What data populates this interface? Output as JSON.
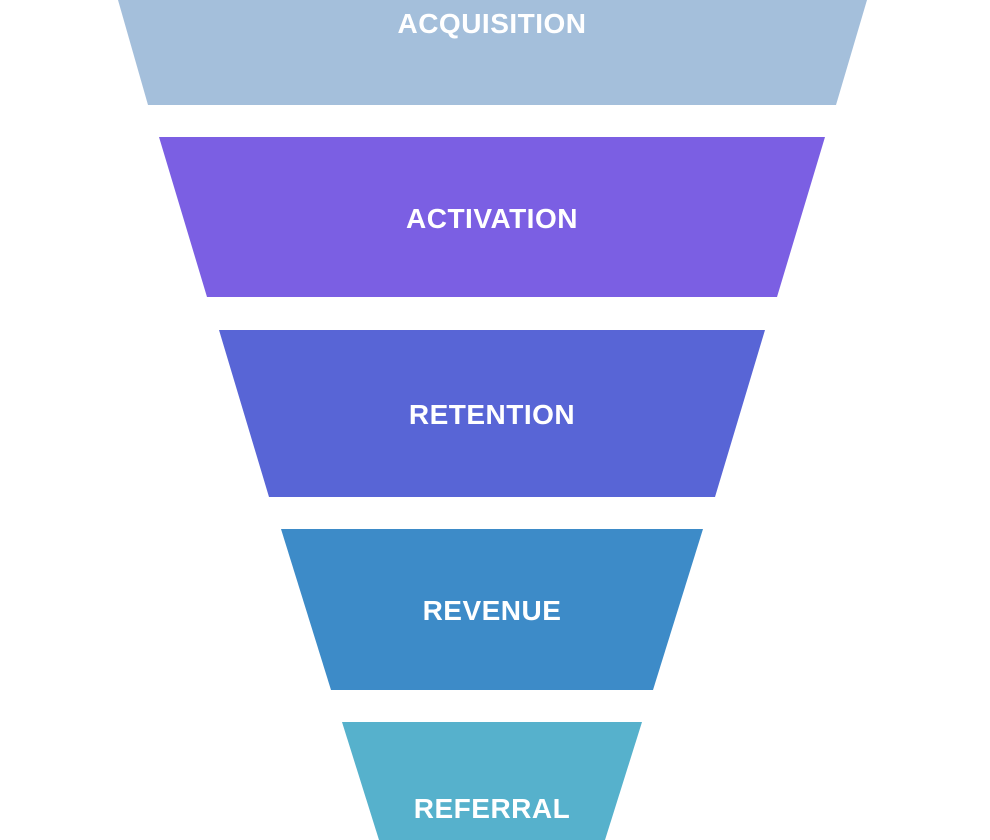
{
  "funnel": {
    "stages": [
      {
        "label": "ACQUISITION",
        "color": "#a4bfdb"
      },
      {
        "label": "ACTIVATION",
        "color": "#7b5fe3"
      },
      {
        "label": "RETENTION",
        "color": "#5865d6"
      },
      {
        "label": "REVENUE",
        "color": "#3d8bc8"
      },
      {
        "label": "REFERRAL",
        "color": "#56b1cc"
      }
    ]
  }
}
